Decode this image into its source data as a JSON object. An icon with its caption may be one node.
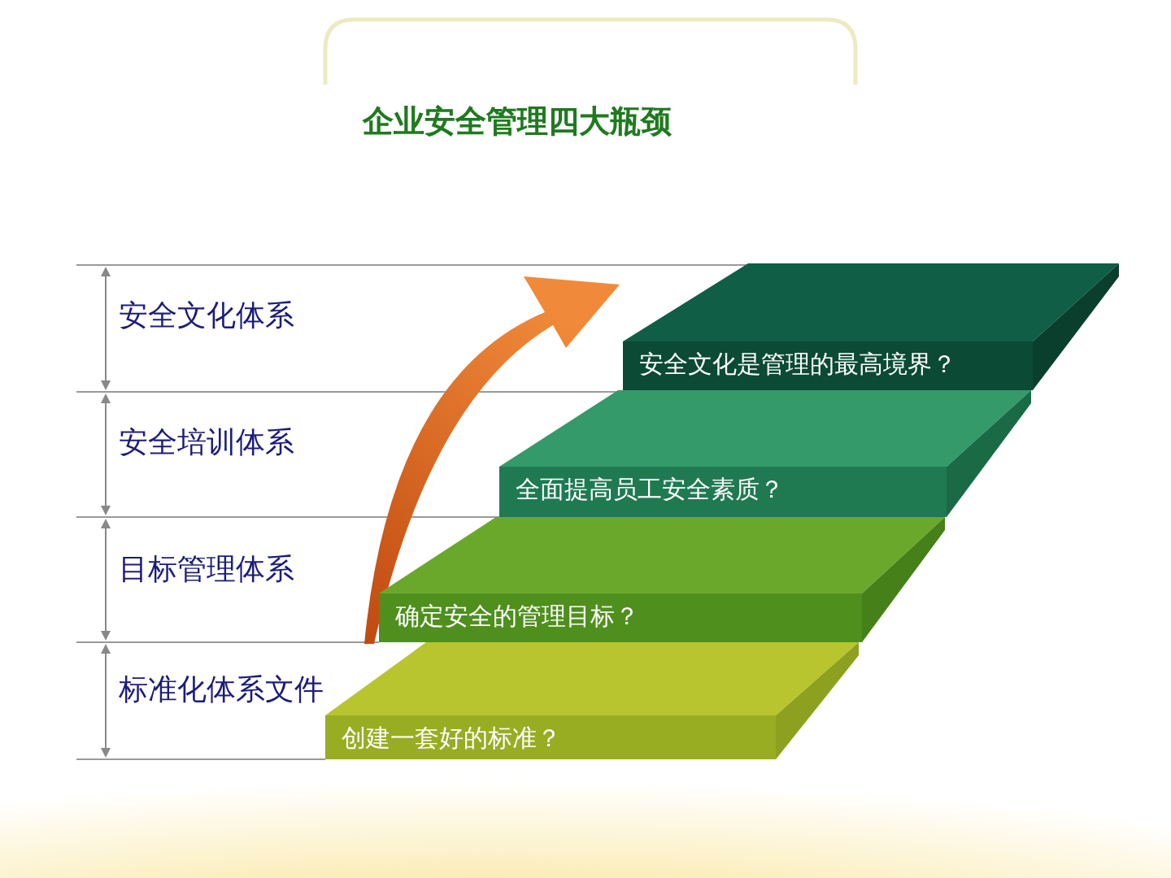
{
  "diagram": {
    "title": "企业安全管理四大瓶颈",
    "nodes": [
      {
        "text": [
          "安全文化是管理的最高境界？"
        ]
      },
      {
        "text": [
          "全面提高员工安全素质？"
        ]
      },
      {
        "text": [
          "确定安全的管理目标？"
        ]
      },
      {
        "text": [
          "创建一套好的标准？"
        ]
      }
    ],
    "edges": [
      {
        "from": 3,
        "to": 0,
        "arrow": "to"
      }
    ],
    "labels": [
      "安全文化体系",
      "安全培训体系",
      "目标管理体系",
      "标准化体系文件"
    ]
  }
}
